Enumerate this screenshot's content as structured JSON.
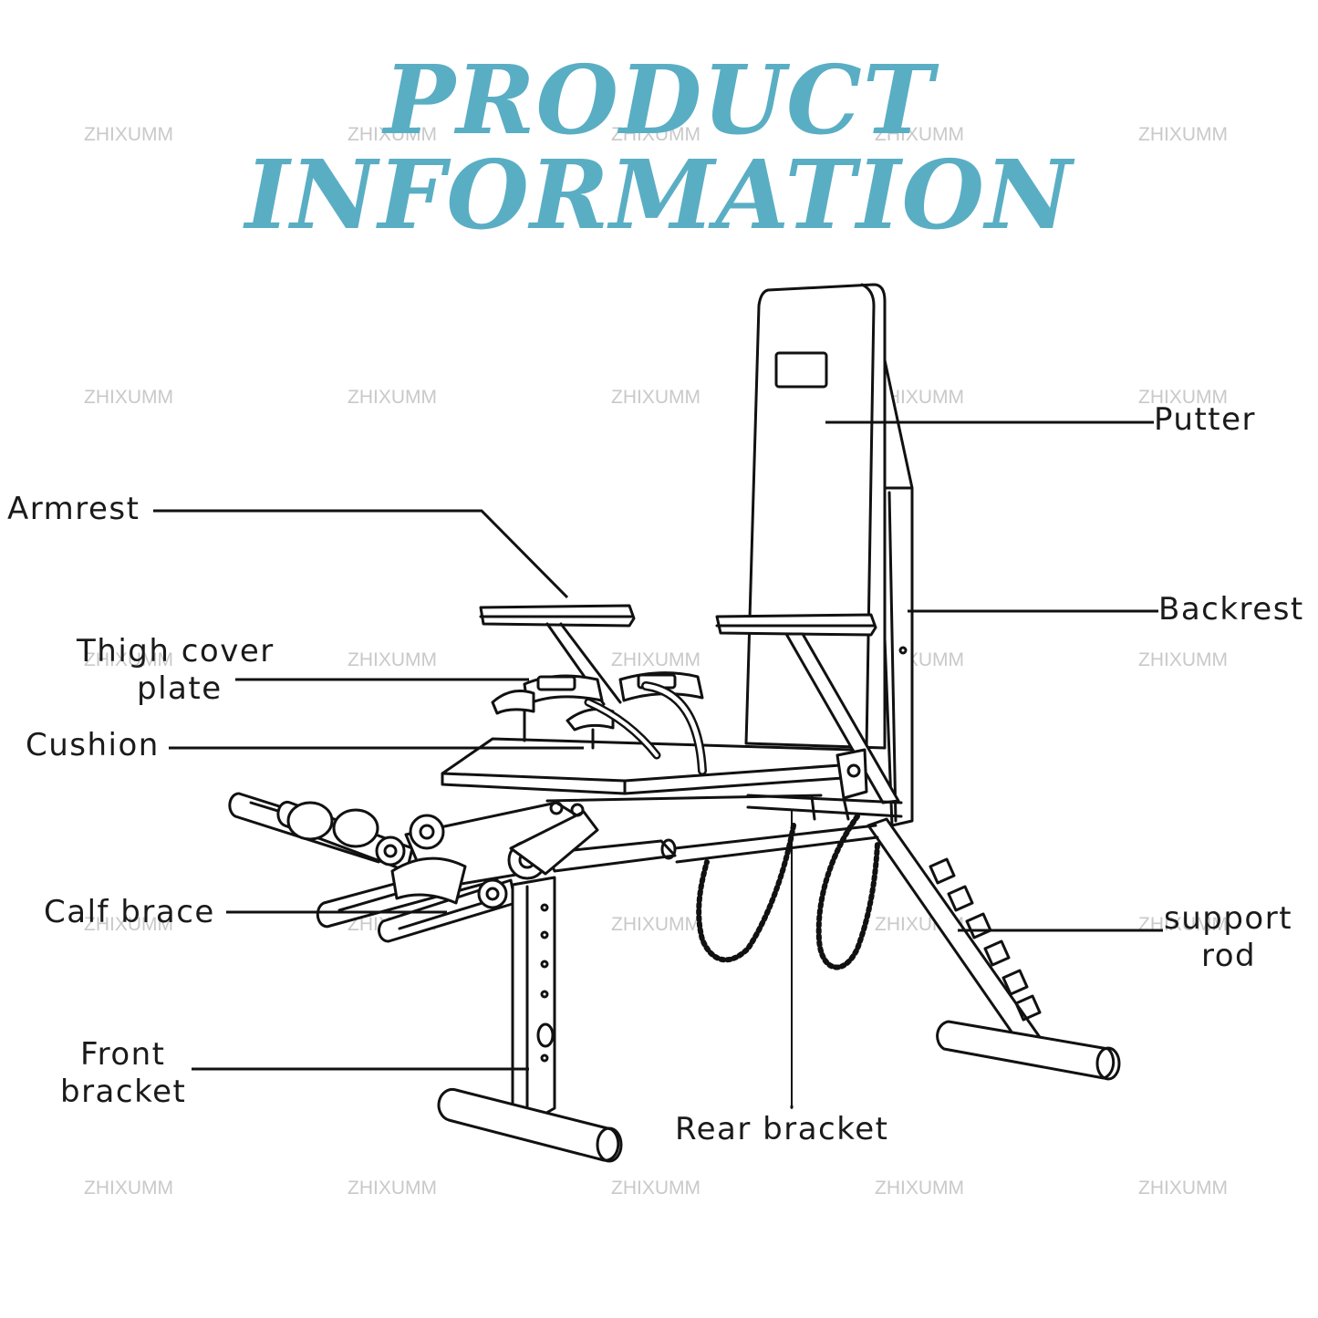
{
  "title": "PRODUCT INFORMATION",
  "colors": {
    "title": "#5aaec4",
    "label": "#1a1a1a",
    "line": "#111111",
    "watermark": "#c9c9c9"
  },
  "labels": {
    "putter": "Putter",
    "armrest": "Armrest",
    "backrest": "Backrest",
    "thigh_cover_plate_1": "Thigh cover",
    "thigh_cover_plate_2": "plate",
    "cushion": "Cushion",
    "calf_brace": "Calf brace",
    "support_rod_1": "support",
    "support_rod_2": "rod",
    "front_bracket_1": "Front",
    "front_bracket_2": "bracket",
    "rear_bracket": "Rear bracket"
  },
  "watermark": "ZHIXUMM"
}
